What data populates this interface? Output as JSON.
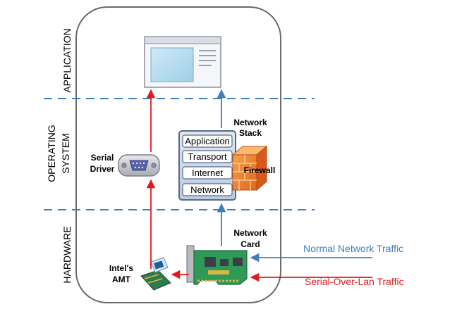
{
  "layers": {
    "application": "APPLICATION",
    "operating_system_line1": "OPERATING",
    "operating_system_line2": "SYSTEM",
    "hardware": "HARDWARE"
  },
  "network_stack": {
    "title_line1": "Network",
    "title_line2": "Stack",
    "layers": [
      "Application",
      "Transport",
      "Internet",
      "Network"
    ]
  },
  "firewall": {
    "label": "Firewall"
  },
  "serial_driver": {
    "line1": "Serial",
    "line2": "Driver"
  },
  "network_card": {
    "line1": "Network",
    "line2": "Card"
  },
  "amt": {
    "line1": "Intel's",
    "line2": "AMT"
  },
  "traffic": {
    "normal": {
      "label": "Normal Network Traffic",
      "color": "#3f7fbf"
    },
    "serial": {
      "label": "Serial-Over-Lan Traffic",
      "color": "#e01b1b"
    }
  },
  "colors": {
    "divider": "#3f7fbf",
    "serial_arrow": "#e01b1b",
    "network_arrow": "#3f7fbf",
    "frame": "#606060"
  }
}
